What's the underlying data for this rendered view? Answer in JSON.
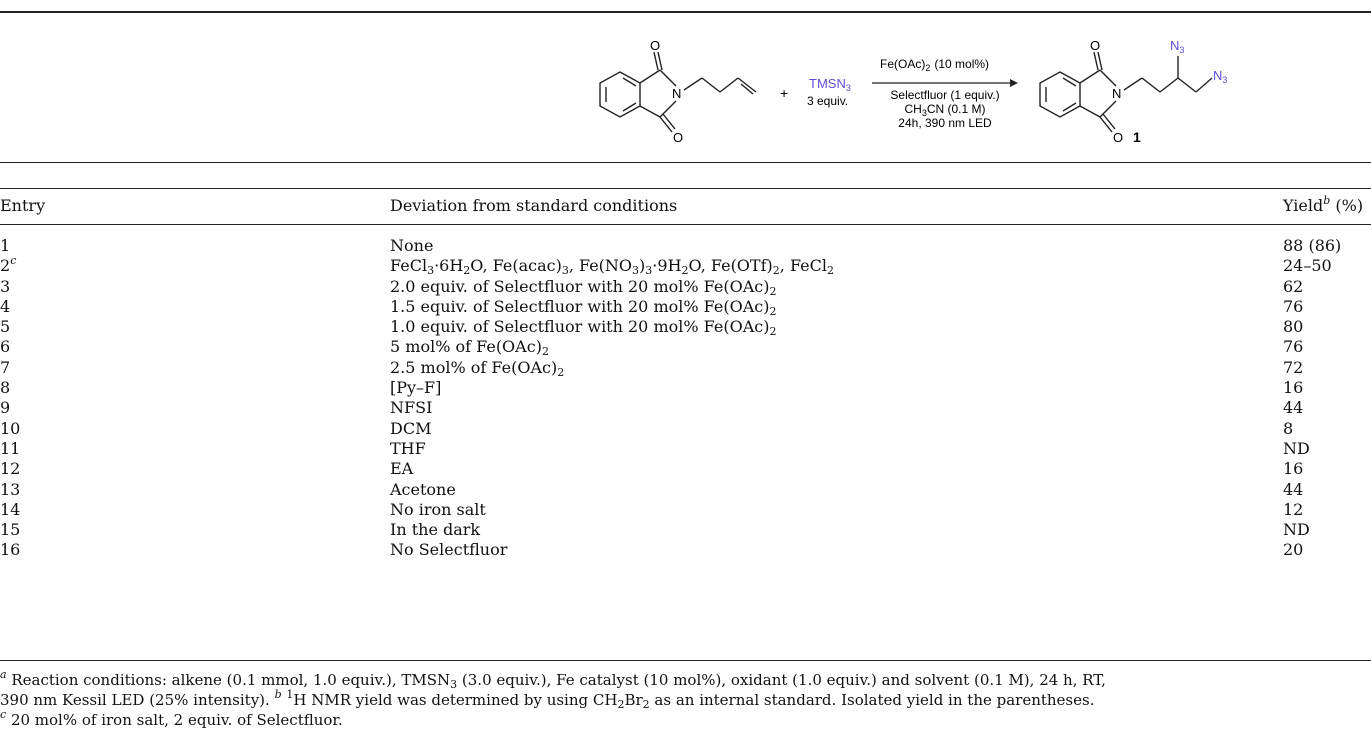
{
  "scheme": {
    "reagent": "TMSN",
    "reagent_sub": "3",
    "reagent_equiv": "3 equiv.",
    "plus": "+",
    "catalyst": "Fe(OAc)",
    "catalyst_sub": "2",
    "catalyst_load": "(10 mol%)",
    "oxidant": "Selectfluor (1 equiv.)",
    "solvent_a": "CH",
    "solvent_sub1": "3",
    "solvent_b": "CN (0.1 M)",
    "time_light": "24h, 390 nm LED",
    "atom_O": "O",
    "atom_N": "N",
    "azide": "N",
    "azide_sub": "3",
    "product_label": "1",
    "accent_color": "#5a4fd6"
  },
  "table": {
    "headers": {
      "entry": "Entry",
      "deviation": "Deviation from standard conditions",
      "yield": "Yield",
      "yield_sup": "b",
      "yield_unit": "(%)"
    },
    "rows": [
      {
        "entry": "1",
        "deviation": "None",
        "yield": "88 (86)"
      },
      {
        "entry": "2",
        "entry_sup": "c",
        "deviation": "",
        "yield": "24–50"
      },
      {
        "entry": "3",
        "deviation": "2.0 equiv. of Selectfluor with 20 mol% Fe(OAc)",
        "sub": "2",
        "yield": "62"
      },
      {
        "entry": "4",
        "deviation": "1.5 equiv. of Selectfluor with 20 mol% Fe(OAc)",
        "sub": "2",
        "yield": "76"
      },
      {
        "entry": "5",
        "deviation": "1.0 equiv. of Selectfluor with 20 mol% Fe(OAc)",
        "sub": "2",
        "yield": "80"
      },
      {
        "entry": "6",
        "deviation": "5 mol% of Fe(OAc)",
        "sub": "2",
        "yield": "76"
      },
      {
        "entry": "7",
        "deviation": "2.5 mol% of Fe(OAc)",
        "sub": "2",
        "yield": "72"
      },
      {
        "entry": "8",
        "deviation": "[Py–F]",
        "yield": "16"
      },
      {
        "entry": "9",
        "deviation": "NFSI",
        "yield": "44"
      },
      {
        "entry": "10",
        "deviation": "DCM",
        "yield": "8"
      },
      {
        "entry": "11",
        "deviation": "THF",
        "yield": "ND"
      },
      {
        "entry": "12",
        "deviation": "EA",
        "yield": "16"
      },
      {
        "entry": "13",
        "deviation": "Acetone",
        "yield": "44"
      },
      {
        "entry": "14",
        "deviation": "No iron salt",
        "yield": "12"
      },
      {
        "entry": "15",
        "deviation": "In the dark",
        "yield": "ND"
      },
      {
        "entry": "16",
        "deviation": "No Selectfluor",
        "yield": "20"
      }
    ],
    "row2_parts": {
      "p1": "FeCl",
      "s1": "3",
      "p2": "·6H",
      "s2": "2",
      "p3": "O, Fe(acac)",
      "s3": "3",
      "p4": ", Fe(NO",
      "s4": "3",
      "p5": ")",
      "s5": "3",
      "p6": "·9H",
      "s6": "2",
      "p7": "O, Fe(OTf)",
      "s7": "2",
      "p8": ", FeCl",
      "s8": "2"
    }
  },
  "footnotes": {
    "a_mark": "a",
    "a_text1": " Reaction conditions: alkene (0.1 mmol, 1.0 equiv.), TMSN",
    "a_sub": "3",
    "a_text2": " (3.0 equiv.), Fe catalyst (10 mol%), oxidant (1.0 equiv.) and solvent (0.1 M), 24 h, RT,",
    "a_text3": "390 nm Kessil LED (25% intensity). ",
    "b_mark": "b",
    "b_text1": " ",
    "b_iso": "1",
    "b_text2": "H NMR yield was determined by using CH",
    "b_sub1": "2",
    "b_text3": "Br",
    "b_sub2": "2",
    "b_text4": " as an internal standard. Isolated yield in the parentheses.",
    "c_mark": "c",
    "c_text": " 20 mol% of iron salt, 2 equiv. of Selectfluor."
  }
}
